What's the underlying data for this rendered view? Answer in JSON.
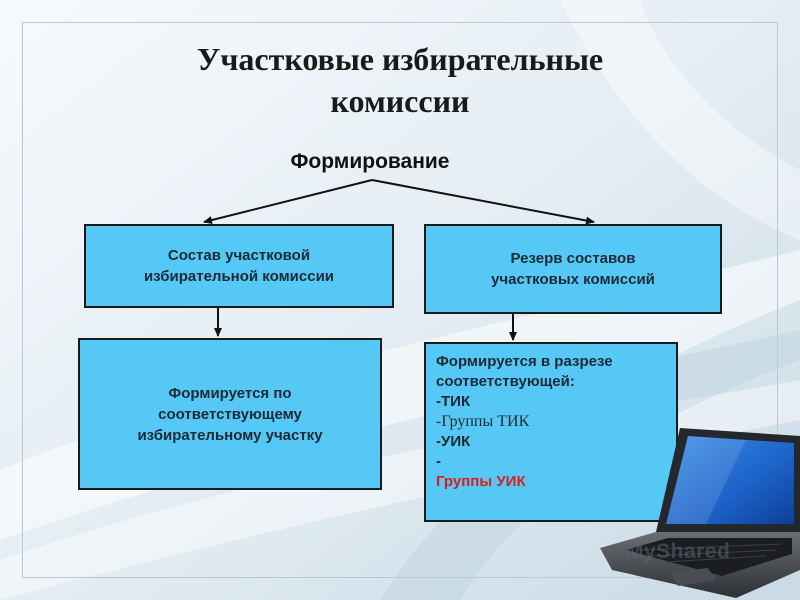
{
  "slide": {
    "title_lines": [
      "Участковые избирательные",
      "комиссии"
    ],
    "subtitle": "Формирование"
  },
  "boxes": {
    "composition": {
      "lines": [
        "Состав участковой",
        "избирательной комиссии"
      ]
    },
    "reserve": {
      "lines": [
        "Резерв составов",
        "участковых комиссий"
      ]
    },
    "formed_by_precinct": {
      "lines": [
        "Формируется по",
        "соответствующему",
        "избирательному участку"
      ]
    },
    "formed_in_context": {
      "header_lines": [
        "Формируется в разрезе",
        "соответствующей:"
      ],
      "items": [
        "-ТИК",
        "-Группы ТИК",
        "-УИК"
      ],
      "highlight_dash": "-",
      "highlight_text": "Группы УИК"
    }
  },
  "watermark": "MyShared",
  "colors": {
    "box_fill": "#56c8f5",
    "highlight": "#d81e1e",
    "arrow": "#111111"
  }
}
